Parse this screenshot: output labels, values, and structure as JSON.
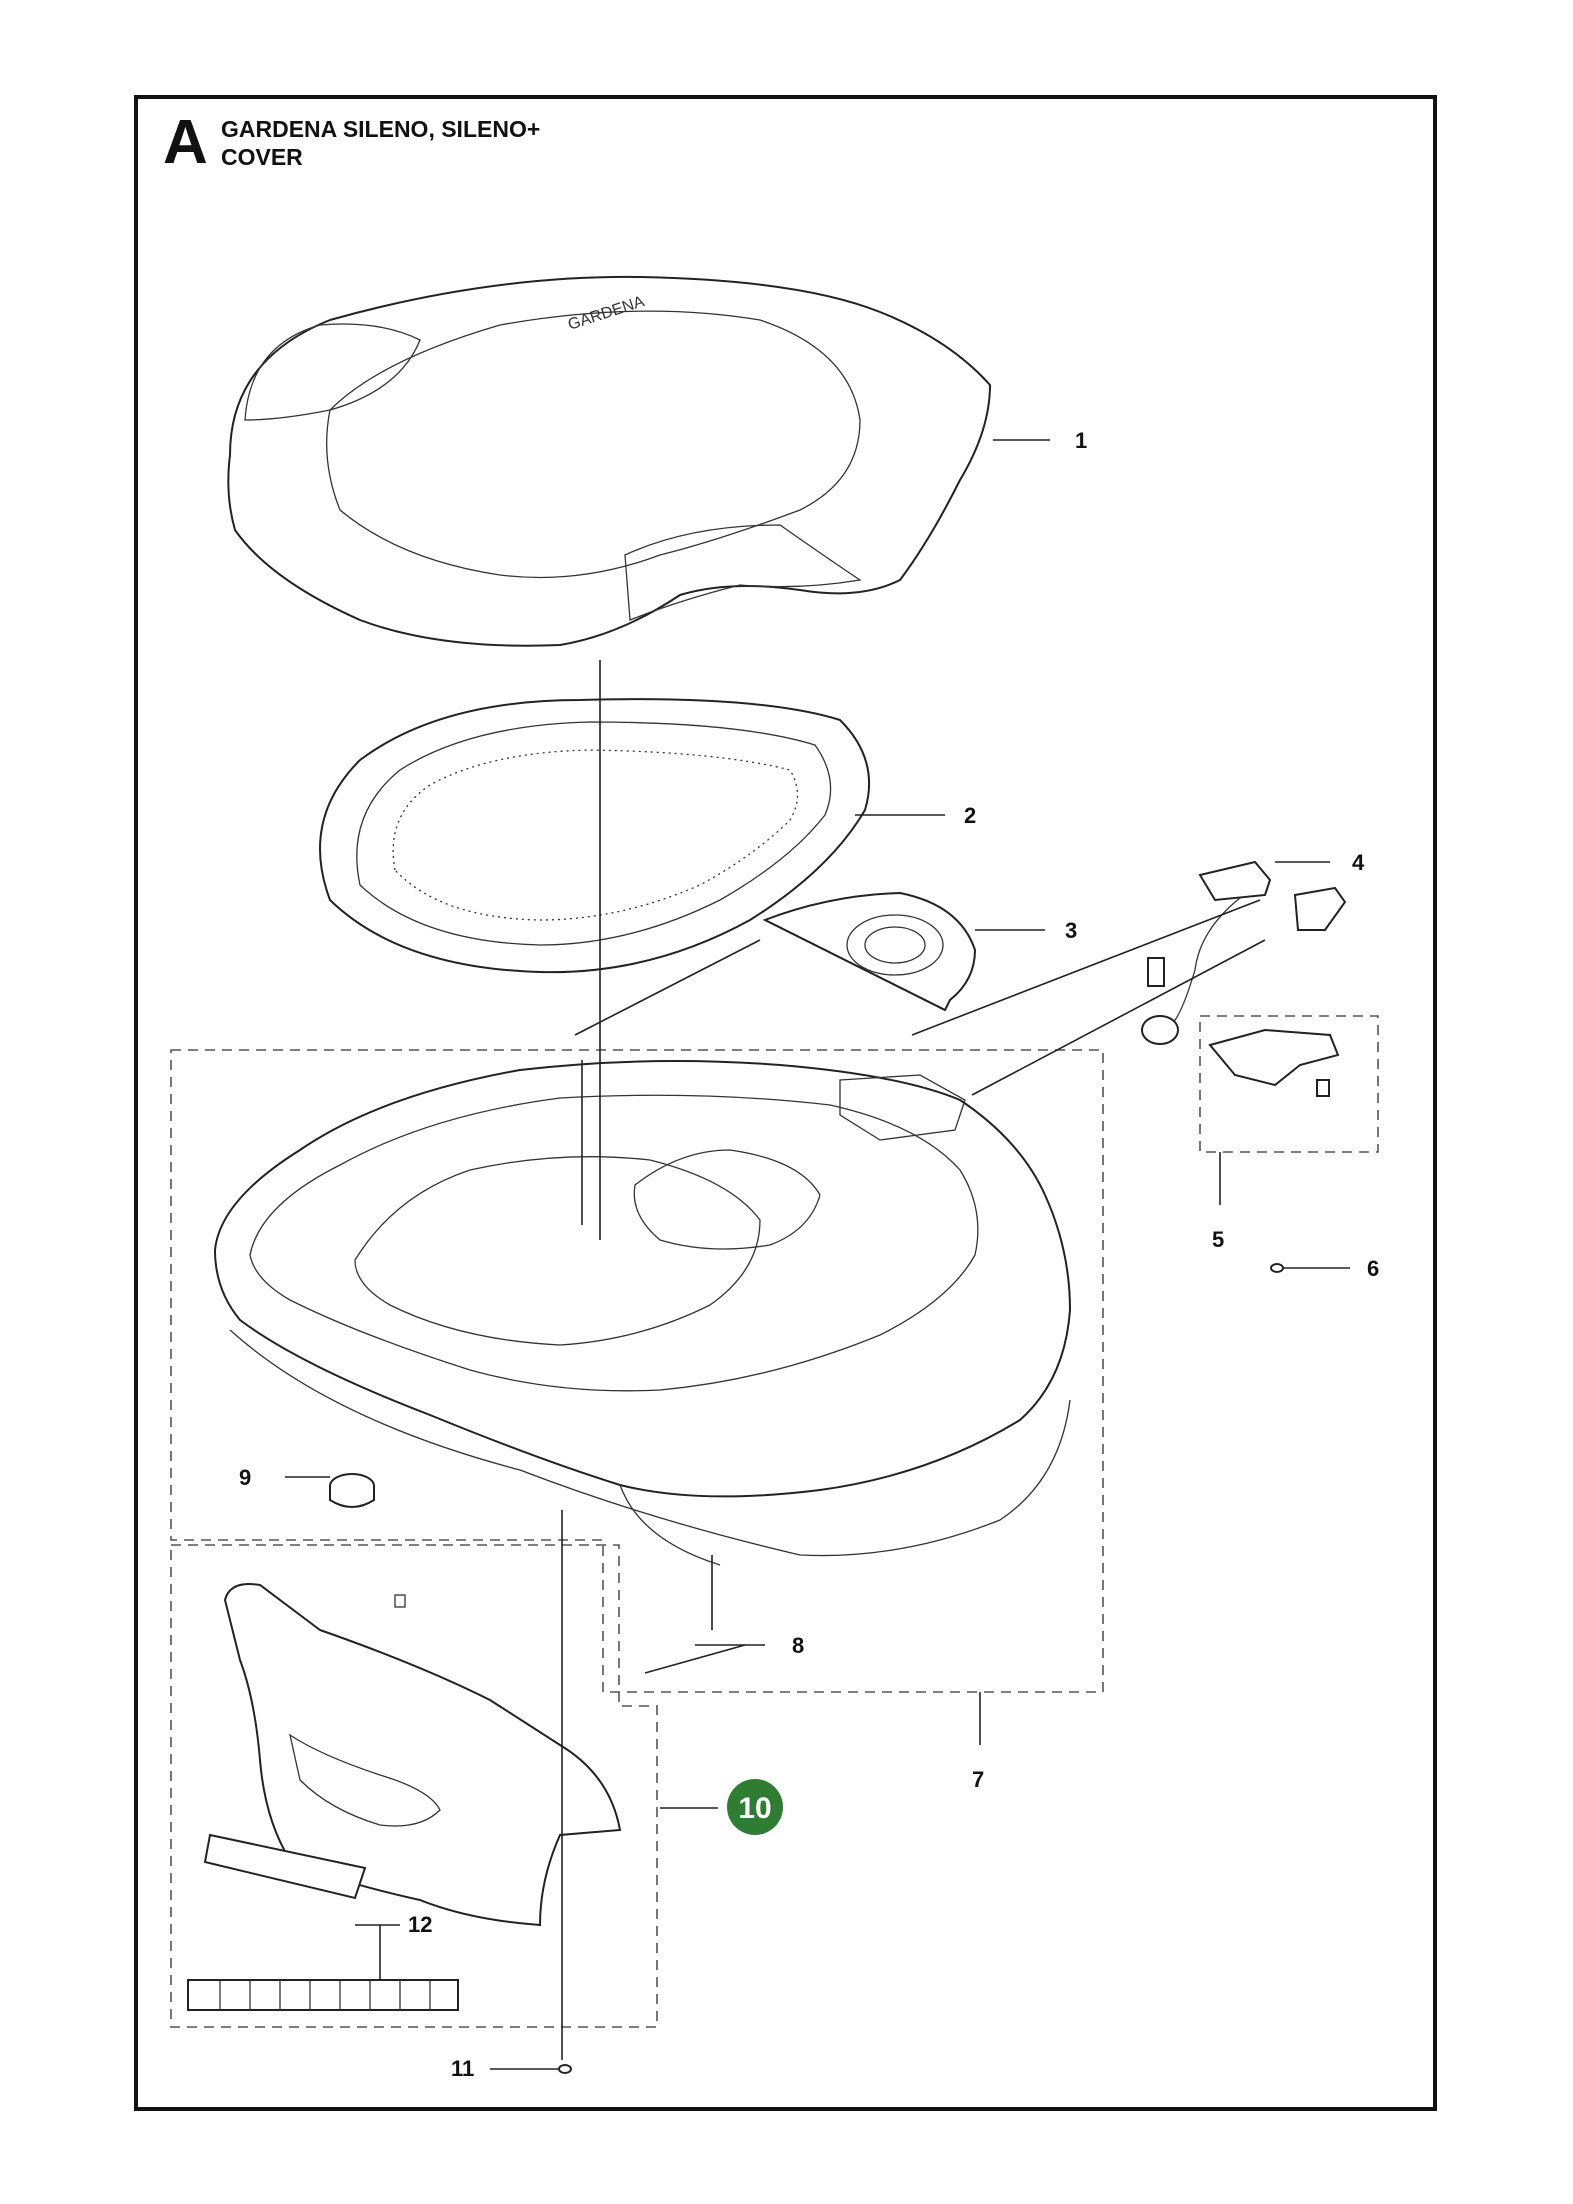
{
  "header": {
    "section_letter": "A",
    "title_line_1": "GARDENA SILENO, SILENO+",
    "title_line_2": "COVER"
  },
  "callouts": [
    "1",
    "2",
    "3",
    "4",
    "5",
    "6",
    "7",
    "8",
    "9",
    "10",
    "11",
    "12"
  ],
  "highlight": {
    "number": "10",
    "color": "#2e7d32"
  },
  "colors": {
    "line": "#222222",
    "background": "#ffffff"
  }
}
